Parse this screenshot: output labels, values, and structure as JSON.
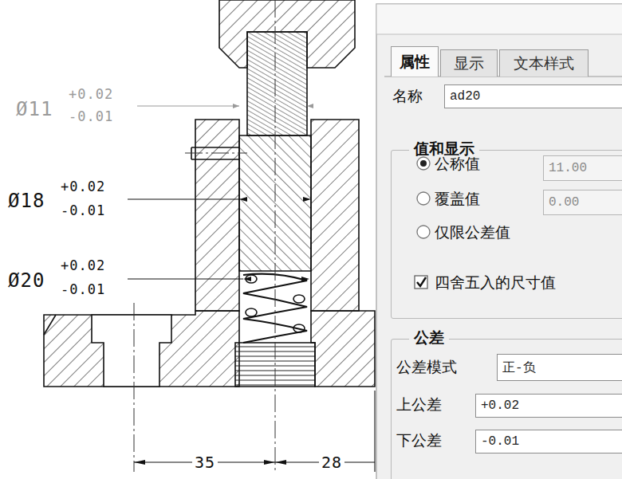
{
  "diagram": {
    "nodes": [
      {
        "text": [
          "属性"
        ]
      },
      {
        "text": [
          "显示"
        ]
      },
      {
        "text": [
          "文本样式"
        ]
      },
      {
        "text": [
          "ad20"
        ]
      },
      {
        "text": [
          "值和显示"
        ]
      },
      {
        "text": [
          "11.00"
        ],
        "in": 4
      },
      {
        "text": [
          "0.00"
        ],
        "in": 4
      },
      {
        "text": [
          "公差"
        ]
      },
      {
        "text": [
          "正-负"
        ],
        "in": 7
      },
      {
        "text": [
          "+0.02"
        ],
        "in": 7
      },
      {
        "text": [
          "-0.01"
        ],
        "in": 7
      }
    ],
    "labels": [
      "名称",
      "公称值",
      "覆盖值",
      "仅限公差值",
      "四舍五入的尺寸值",
      "公差模式",
      "上公差",
      "下公差",
      "Ø11",
      "+0.02",
      "-0.01",
      "Ø18",
      "+0.02",
      "-0.01",
      "Ø20",
      "+0.02",
      "-0.01",
      "35",
      "28"
    ]
  }
}
